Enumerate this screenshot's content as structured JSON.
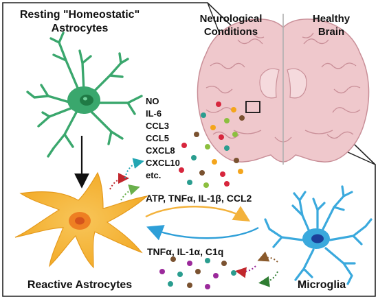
{
  "titles": {
    "resting": [
      "Resting \"Homeostatic\"",
      "Astrocytes"
    ],
    "neurological": [
      "Neurological",
      "Conditions"
    ],
    "healthy": [
      "Healthy",
      "Brain"
    ],
    "reactive": "Reactive Astrocytes",
    "microglia": "Microglia"
  },
  "secreted_factors": [
    "NO",
    "IL-6",
    "CCL3",
    "CCL5",
    "CXCL8",
    "CXCL10",
    "etc."
  ],
  "astro_to_microglia_signals": "ATP, TNFα, IL-1β, CCL2",
  "microglia_to_astro_signals": "TNFα, IL-1α, C1q",
  "colors": {
    "resting_astrocyte": "#3aa76d",
    "reactive_astrocyte": "#f5b335",
    "microglia": "#3aa9dd",
    "brain_tissue": "#efc8cc",
    "arrow_yellow": "#f3b23c",
    "arrow_blue": "#2e9fd8",
    "molecule_palette": [
      "#d7263d",
      "#f4a51c",
      "#2a9d8f",
      "#8cbf3f",
      "#7a5230",
      "#9b2a9b"
    ]
  }
}
